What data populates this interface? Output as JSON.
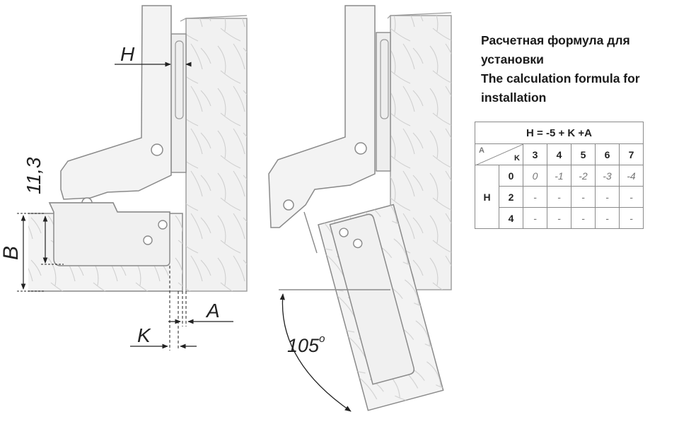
{
  "labels": {
    "h": "H",
    "b": "B",
    "k": "K",
    "a": "A",
    "overlap": "11,3",
    "angle": "105",
    "degree": "o"
  },
  "caption": {
    "line1": "Расчетная формула для",
    "line2": "установки",
    "line3": "The calculation formula for",
    "line4": "installation"
  },
  "table": {
    "formula": "H = -5 + K +A",
    "corner_a": "A",
    "corner_k": "K",
    "row_label": "H",
    "k_values": [
      "3",
      "4",
      "5",
      "6",
      "7"
    ],
    "rows": [
      {
        "h": "0",
        "cells": [
          "0",
          "-1",
          "-2",
          "-3",
          "-4"
        ]
      },
      {
        "h": "2",
        "cells": [
          "-",
          "-",
          "-",
          "-",
          "-"
        ]
      },
      {
        "h": "4",
        "cells": [
          "-",
          "-",
          "-",
          "-",
          "-"
        ]
      }
    ]
  }
}
